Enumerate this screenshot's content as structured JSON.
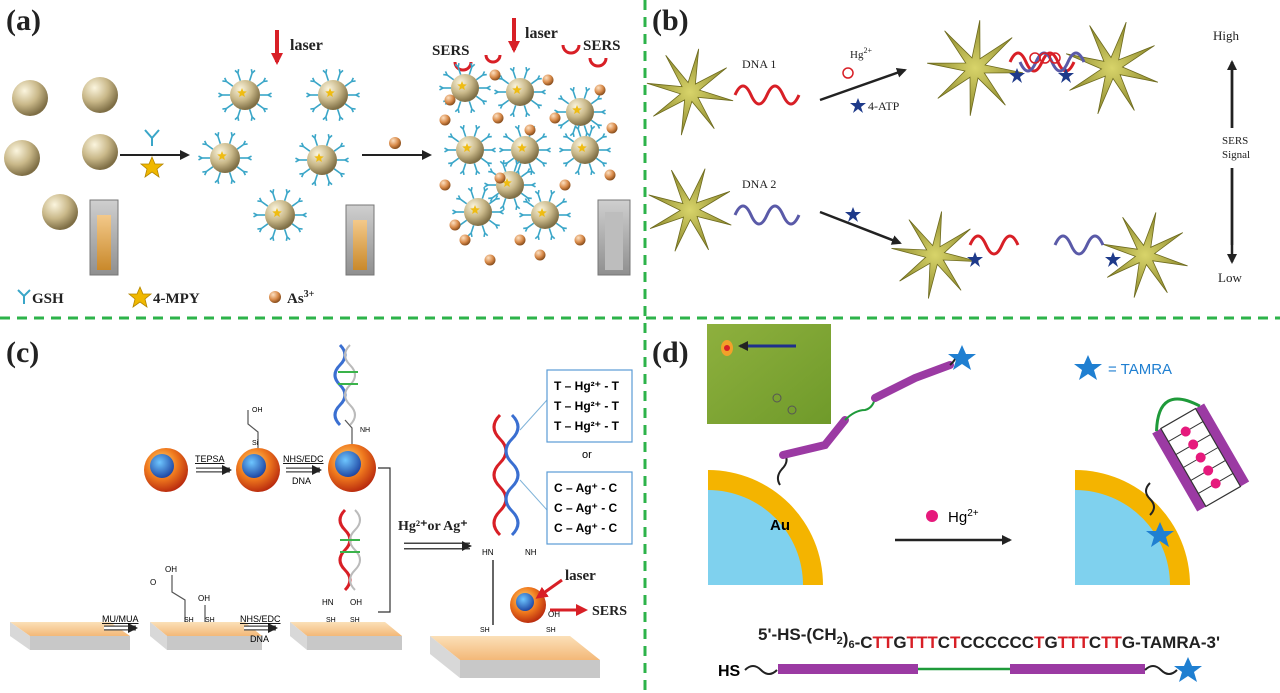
{
  "panels": {
    "a": {
      "letter": "(a)",
      "laser_1": "laser",
      "laser_2": "laser",
      "sers_1": "SERS",
      "sers_2": "SERS",
      "legend": {
        "gsh": "GSH",
        "mpy": "4-MPY",
        "as": "As",
        "as_sup": "3+"
      }
    },
    "b": {
      "letter": "(b)",
      "dna1": "DNA 1",
      "dna2": "DNA 2",
      "hg": "Hg",
      "hg_sup": "2+",
      "atp": "4-ATP",
      "high": "High",
      "low": "Low",
      "signal_1": "SERS",
      "signal_2": "Signal"
    },
    "c": {
      "letter": "(c)",
      "tepsa": "TEPSA",
      "nhs_edc_1": "NHS/EDC",
      "dna_1": "DNA",
      "mu_mua": "MU/MUA",
      "nhs_edc_2": "NHS/EDC",
      "dna_2": "DNA",
      "arrow_label": "Hg²⁺or Ag⁺",
      "box1": [
        "T – Hg²⁺ - T",
        "T – Hg²⁺ - T",
        "T – Hg²⁺ - T"
      ],
      "or": "or",
      "box2": [
        "C – Ag⁺ - C",
        "C – Ag⁺ - C",
        "C – Ag⁺ - C"
      ],
      "laser": "laser",
      "sers": "SERS",
      "chem": {
        "oh": "OH",
        "nh": "NH",
        "sh": "SH",
        "hn": "HN",
        "o": "O",
        "si": "Si"
      }
    },
    "d": {
      "letter": "(d)",
      "tamra_legend": "= TAMRA",
      "au": "Au",
      "hg": "Hg",
      "hg_sup": "2+",
      "sequence": [
        {
          "t": "5'-HS-(CH",
          "c": "black"
        },
        {
          "t": "2",
          "c": "black",
          "sub": true
        },
        {
          "t": ")",
          "c": "black"
        },
        {
          "t": "6",
          "c": "black",
          "sub": true
        },
        {
          "t": "-C",
          "c": "black"
        },
        {
          "t": "TT",
          "c": "red"
        },
        {
          "t": "G",
          "c": "black"
        },
        {
          "t": "TTT",
          "c": "red"
        },
        {
          "t": "C",
          "c": "black"
        },
        {
          "t": "T",
          "c": "red"
        },
        {
          "t": "CCCCCC",
          "c": "black"
        },
        {
          "t": "T",
          "c": "red"
        },
        {
          "t": "G",
          "c": "black"
        },
        {
          "t": "TTT",
          "c": "red"
        },
        {
          "t": "C",
          "c": "black"
        },
        {
          "t": "TT",
          "c": "red"
        },
        {
          "t": "G-TAMRA-3'",
          "c": "black"
        }
      ],
      "hs": "HS"
    }
  },
  "colors": {
    "divider": "#2db34a",
    "laser": "#d81f26",
    "gold_np": "#c9b889",
    "gsh": "#3aa6c8",
    "star_yellow": "#f0b800",
    "as_ion": "#d98b4a",
    "nanostar": "#a6a23a",
    "dna_red": "#d81f26",
    "dna_blue": "#5a5aa8",
    "hg_ion": "#e6197c",
    "purple": "#9b3aa3",
    "au_yellow": "#f4b400",
    "au_blue": "#7fd1ee",
    "tamra": "#1f7fd1"
  }
}
